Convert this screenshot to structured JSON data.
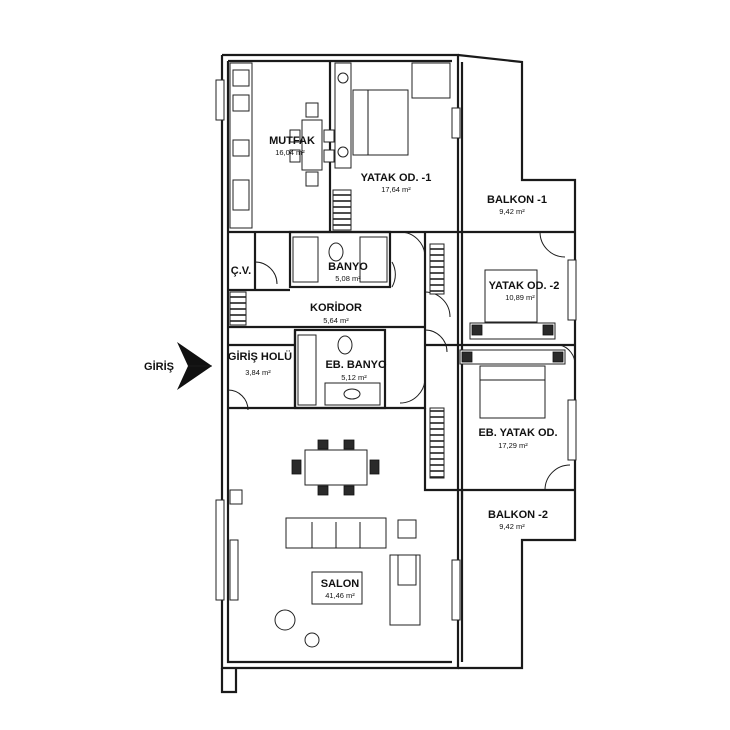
{
  "entry": {
    "label": "GİRİŞ"
  },
  "rooms": {
    "mutfak": {
      "name": "MUTFAK",
      "area": "16,04 m²"
    },
    "yatak1": {
      "name": "YATAK OD. -1",
      "area": "17,64 m²"
    },
    "balkon1": {
      "name": "BALKON -1",
      "area": "9,42 m²"
    },
    "banyo": {
      "name": "BANYO",
      "area": "5,08 m²"
    },
    "cv": {
      "name": "Ç.V.",
      "area": ""
    },
    "yatak2": {
      "name": "YATAK OD. -2",
      "area": "10,89 m²"
    },
    "koridor": {
      "name": "KORİDOR",
      "area": "5,64 m²"
    },
    "girisholu": {
      "name": "GİRİŞ HOLÜ",
      "area": "3,84 m²"
    },
    "ebbanyo": {
      "name": "EB. BANYO",
      "area": "5,12 m²"
    },
    "ebyatak": {
      "name": "EB. YATAK OD.",
      "area": "17,29 m²"
    },
    "balkon2": {
      "name": "BALKON -2",
      "area": "9,42 m²"
    },
    "salon": {
      "name": "SALON",
      "area": "41,46 m²"
    }
  },
  "colors": {
    "line": "#1a1a1a",
    "background": "#ffffff"
  }
}
